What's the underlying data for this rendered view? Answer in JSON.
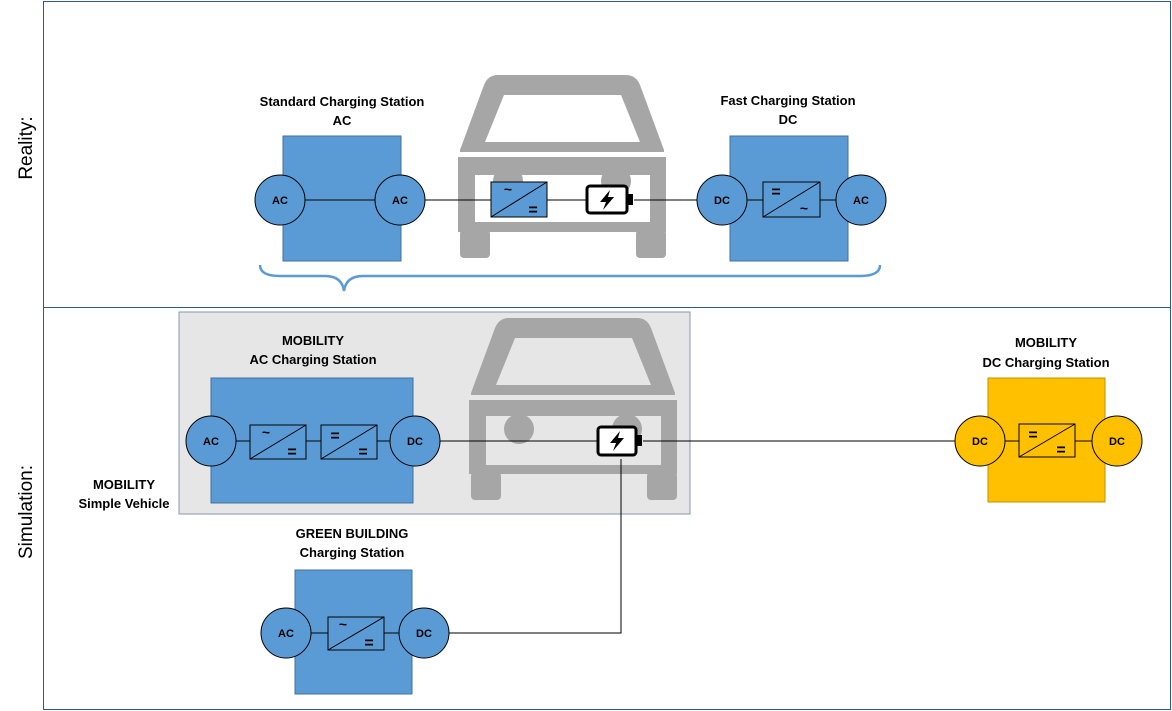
{
  "reality_label": "Reality:",
  "simulation_label": "Simulation:",
  "reality": {
    "standard_station": {
      "title_line1": "Standard Charging Station",
      "title_line2": "AC",
      "left_port": "AC",
      "right_port": "AC"
    },
    "vehicle": {
      "converter_top": "~",
      "converter_bottom": "="
    },
    "fast_station": {
      "title_line1": "Fast Charging Station",
      "title_line2": "DC",
      "left_port": "DC",
      "right_port": "AC",
      "converter_top": "=",
      "converter_bottom": "~"
    }
  },
  "simulation": {
    "simple_vehicle": {
      "title_line1": "MOBILITY",
      "title_line2": "Simple Vehicle"
    },
    "ac_station": {
      "title_line1": "MOBILITY",
      "title_line2": "AC Charging Station",
      "left_port": "AC",
      "right_port": "DC",
      "converter1_top": "~",
      "converter1_bottom": "=",
      "converter2_top": "=",
      "converter2_bottom": "="
    },
    "dc_station": {
      "title_line1": "MOBILITY",
      "title_line2": "DC Charging Station",
      "left_port": "DC",
      "right_port": "DC",
      "converter_top": "=",
      "converter_bottom": "="
    },
    "green_building": {
      "title_line1": "GREEN BUILDING",
      "title_line2": "Charging Station",
      "left_port": "AC",
      "right_port": "DC",
      "converter_top": "~",
      "converter_bottom": "="
    }
  },
  "colors": {
    "station_blue": "#5B9BD5",
    "station_yellow": "#FFC000",
    "vehicle_gray": "#A6A6A6",
    "vehicle_panel": "#E7E6E6",
    "frame": "#2E5B7F"
  }
}
